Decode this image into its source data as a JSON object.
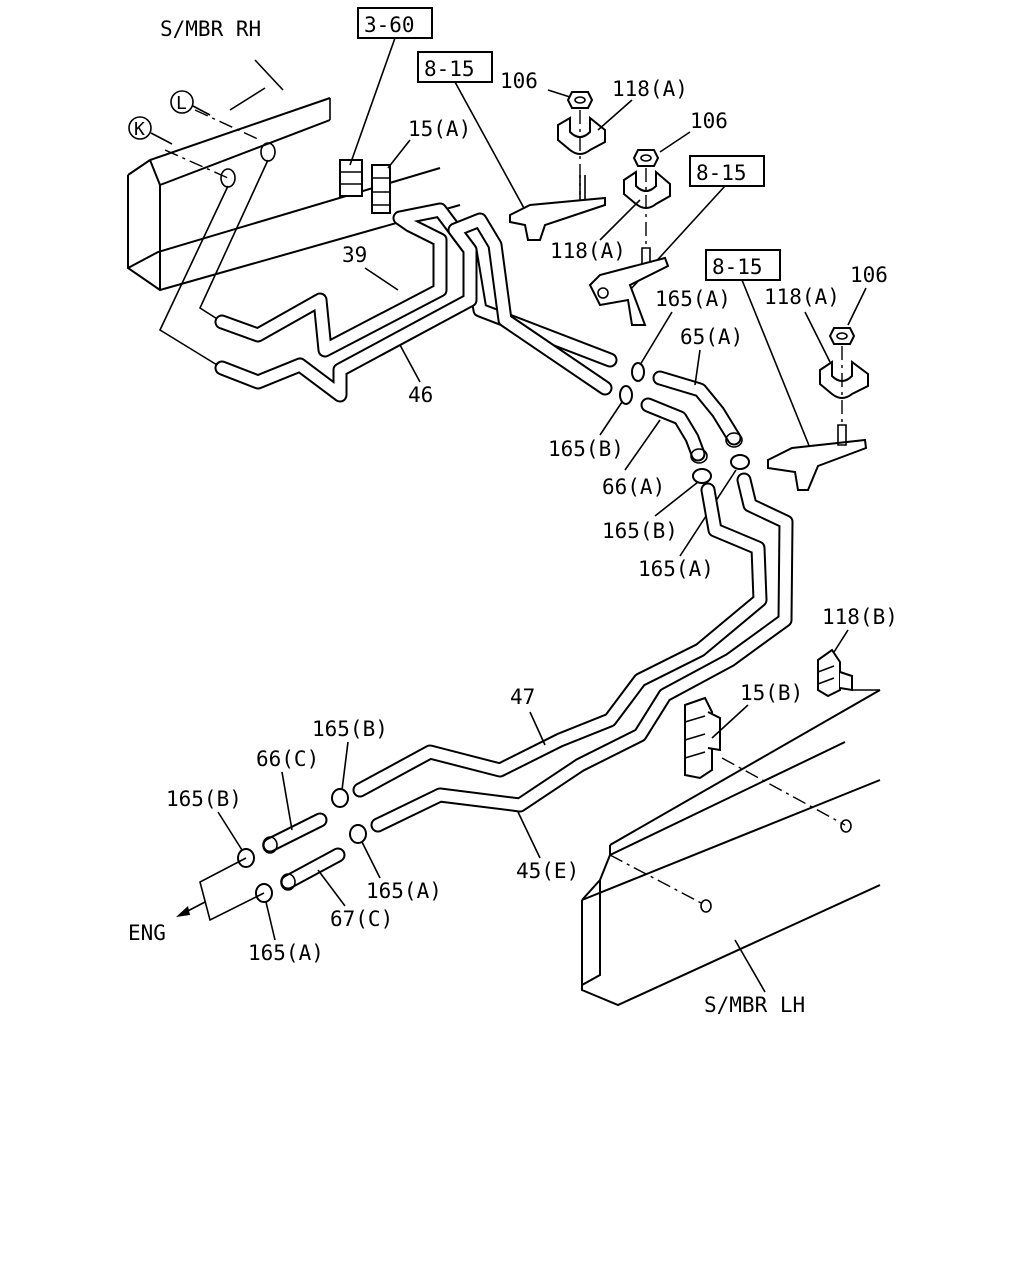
{
  "labels": {
    "smbr_rh": "S/MBR RH",
    "smbr_lh": "S/MBR LH",
    "eng": "ENG",
    "ref_k": "K",
    "ref_l": "L",
    "ref_3_60": "3-60",
    "ref_8_15_a": "8-15",
    "ref_8_15_b": "8-15",
    "ref_8_15_c": "8-15",
    "p106_a": "106",
    "p106_b": "106",
    "p106_c": "106",
    "p118a_1": "118(A)",
    "p118a_2": "118(A)",
    "p118a_3": "118(A)",
    "p118b": "118(B)",
    "p15a": "15(A)",
    "p15b": "15(B)",
    "p39": "39",
    "p46": "46",
    "p47": "47",
    "p45e": "45(E)",
    "p165a_1": "165(A)",
    "p165b_1": "165(B)",
    "p65a": "65(A)",
    "p66a": "66(A)",
    "p165b_2": "165(B)",
    "p165a_2": "165(A)",
    "p165b_3": "165(B)",
    "p66c": "66(C)",
    "p165b_4": "165(B)",
    "p165a_3": "165(A)",
    "p67c": "67(C)",
    "p165a_4": "165(A)"
  }
}
